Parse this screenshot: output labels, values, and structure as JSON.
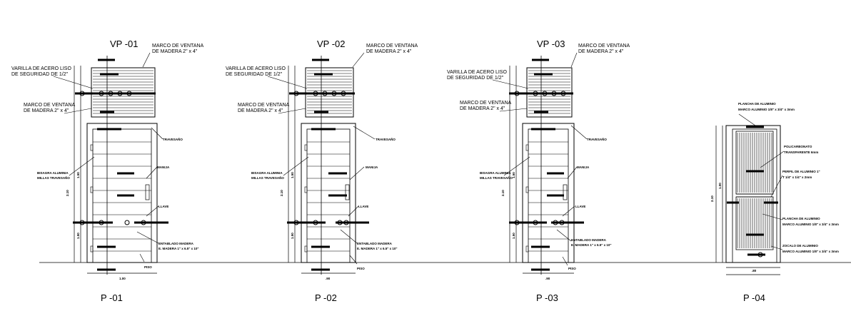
{
  "drawing": {
    "colors": {
      "line": "#000000",
      "background": "#ffffff"
    },
    "windows": [
      {
        "title": "VP -01",
        "frame_label_line1": "MARCO DE VENTANA",
        "frame_label_line2": "DE MADERA 2\" x 4\"",
        "bar_label_line1": "VARILLA DE ACERO LISO",
        "bar_label_line2": "DE SEGURIDAD DE 1/2\"",
        "frame2_label_line1": "MARCO DE VENTANA",
        "frame2_label_line2": "DE MADERA 2\" x 4\""
      },
      {
        "title": "VP -02",
        "frame_label_line1": "MARCO DE VENTANA",
        "frame_label_line2": "DE MADERA 2\" x 4\"",
        "bar_label_line1": "VARILLA DE ACERO LISO",
        "bar_label_line2": "DE SEGURIDAD DE 1/2\"",
        "frame2_label_line1": "MARCO DE VENTANA",
        "frame2_label_line2": "DE MADERA 2\" x 4\""
      },
      {
        "title": "VP -03",
        "frame_label_line1": "MARCO DE VENTANA",
        "frame_label_line2": "DE MADERA 2\" x 4\"",
        "bar_label_line1": "VARILLA DE ACERO LISO",
        "bar_label_line2": "DE SEGURIDAD DE 1/2\"",
        "frame2_label_line1": "MARCO DE VENTANA",
        "frame2_label_line2": "DE MADERA 2\" x 4\""
      }
    ],
    "doors": [
      {
        "title": "P -01",
        "width_dim": "1.00",
        "height_dim": "2.10",
        "height_dim_b": "1.50"
      },
      {
        "title": "P -02",
        "width_dim": ".90",
        "height_dim": "2.10",
        "height_dim_b": "1.50"
      },
      {
        "title": "P -03",
        "width_dim": ".90",
        "height_dim": "2.10",
        "height_dim_b": "1.50"
      },
      {
        "title": "P -04",
        "width_dim": ".80",
        "height_dim": "2.10",
        "height_dim_b": "1.00"
      }
    ],
    "door_labels": {
      "travesano": "TRAVESAÑO",
      "bisagra_line1": "BISAGRA ALUMINIA",
      "bisagra_line2": "MILLAS TRAVESAÑO",
      "manija": "MANIJA",
      "llave": "LLAVE",
      "entablado_line1": "ENTABLADO MADERA",
      "entablado_line2": "E. MADERA 1\" x 6.5\" x 10\"",
      "piso": "PISO"
    },
    "p04_labels": {
      "top_line1": "PLANCHA DE ALUMINIO",
      "top_line2": "MARCO ALUMINIO 1/8\" x 3/4\" x 3mm",
      "right1_line1": "POLICARBONATO",
      "right1_line2": "TRANSPARENTE 6mm",
      "right2_line1": "PERFIL DE ALUMINIO 1\"",
      "right2_line2": "T 1/4\" x 1/4\" x 2mm",
      "right3_line1": "PLANCHA DE ALUMINIO",
      "right3_line2": "MARCO ALUMINIO 1/8\" x 3/4\" x 3mm",
      "right4_line1": "ZOCALO DE ALUMINIO",
      "right4_line2": "MARCO ALUMINIO 1/8\" x 3/4\" x 3mm"
    }
  }
}
